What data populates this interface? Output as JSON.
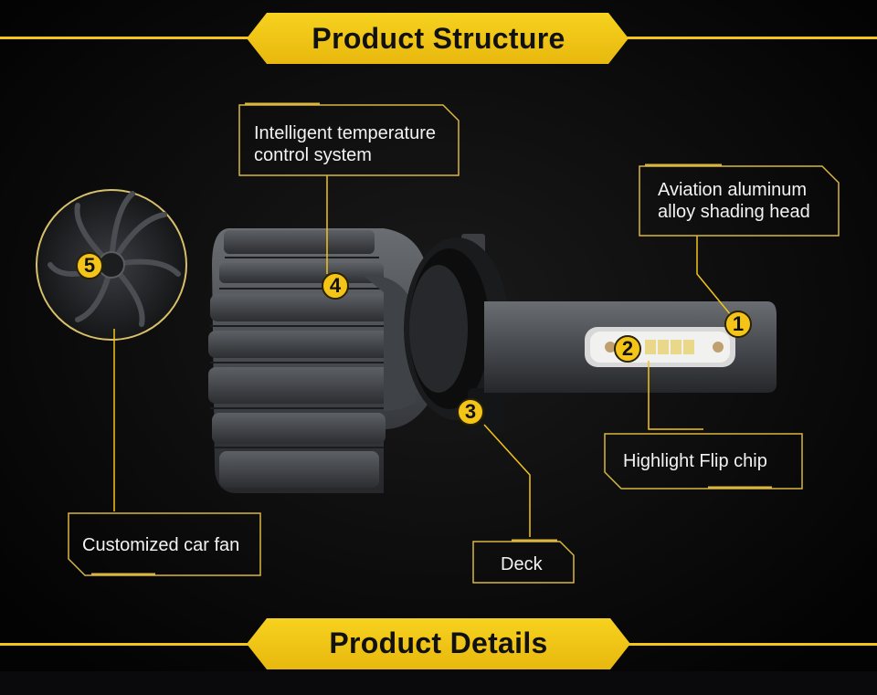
{
  "header": {
    "title": "Product Structure"
  },
  "footer": {
    "title": "Product Details"
  },
  "callouts": {
    "temperature": "Intelligent temperature control system",
    "temperature_line1": "Intelligent temperature",
    "temperature_line2": "control system",
    "aviation_line1": "Aviation aluminum",
    "aviation_line2": "alloy shading head",
    "chip": "Highlight Flip chip",
    "fan": "Customized car fan",
    "deck": "Deck"
  },
  "markers": [
    "1",
    "2",
    "3",
    "4",
    "5"
  ],
  "colors": {
    "accent": "#f4c419",
    "background": "#050505",
    "text": "#f2f2f2"
  }
}
